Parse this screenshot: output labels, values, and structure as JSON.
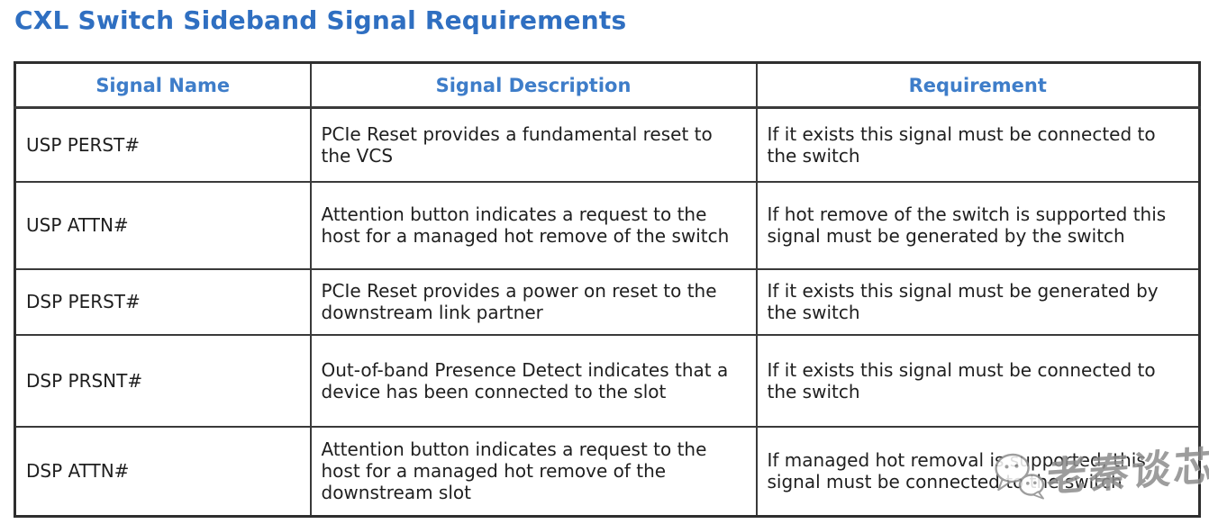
{
  "title": "CXL Switch Sideband Signal Requirements",
  "table": {
    "columns": [
      "Signal Name",
      "Signal Description",
      "Requirement"
    ],
    "rows": [
      {
        "name": "USP PERST#",
        "description": "PCIe Reset provides a fundamental reset to the VCS",
        "requirement": "If it exists this signal must be connected to the switch"
      },
      {
        "name": "USP ATTN#",
        "description": "Attention button indicates a request to the host for a managed hot remove of the switch",
        "requirement": "If hot remove of the switch is supported this signal must be generated by the switch"
      },
      {
        "name": "DSP PERST#",
        "description": "PCIe Reset provides a power on reset to the downstream link partner",
        "requirement": "If it exists this signal must be generated by the switch"
      },
      {
        "name": "DSP PRSNT#",
        "description": "Out-of-band Presence Detect indicates that a device has been connected to the slot",
        "requirement": "If it exists this signal must be connected to the switch"
      },
      {
        "name": "DSP ATTN#",
        "description": "Attention button indicates a request to the host for a managed hot remove of the downstream slot",
        "requirement": "If managed hot removal is supported, this signal must be connected to the switch"
      }
    ]
  },
  "watermark": {
    "text": "老秦谈芯",
    "icon": "wechat-chat-bubbles-icon"
  },
  "colors": {
    "title_blue": "#2F6FC1",
    "header_blue": "#3E7DC9",
    "body_text": "#1F1F1F",
    "border": "#333333",
    "background": "#FFFFFF",
    "watermark_gray": "#8D8D8D"
  }
}
